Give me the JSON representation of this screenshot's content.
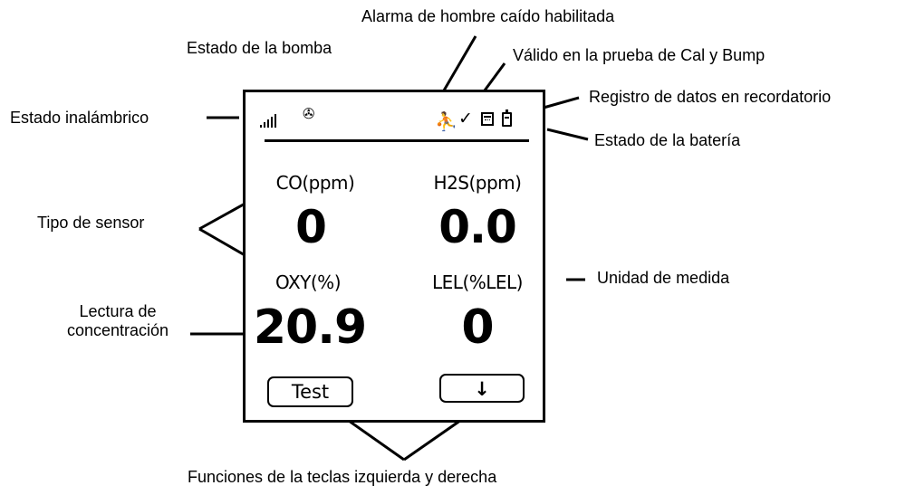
{
  "callouts": {
    "alarm_man_down": "Alarma de hombre caído habilitada",
    "pump_status": "Estado de la bomba",
    "cal_bump_valid": "Válido en la prueba de Cal y Bump",
    "data_log_reminder": "Registro de datos en recordatorio",
    "wireless_status": "Estado inalámbrico",
    "battery_status": "Estado de la batería",
    "sensor_type": "Tipo de sensor",
    "unit_of_measure": "Unidad de medida",
    "concentration_line1": "Lectura de",
    "concentration_line2": "concentración",
    "key_functions": "Funciones de la teclas izquierda y derecha"
  },
  "device": {
    "status_icons": [
      "signal-icon",
      "pump-icon",
      "man-down-icon",
      "check-icon",
      "calendar-icon",
      "battery-icon"
    ],
    "sensors": [
      {
        "unit": "CO(ppm)",
        "reading": "0"
      },
      {
        "unit": "H2S(ppm)",
        "reading": "0.0"
      },
      {
        "unit": "OXY(%)",
        "reading": "20.9"
      },
      {
        "unit": "LEL(%LEL)",
        "reading": "0"
      }
    ],
    "left_key": "Test",
    "right_key": "↓"
  }
}
